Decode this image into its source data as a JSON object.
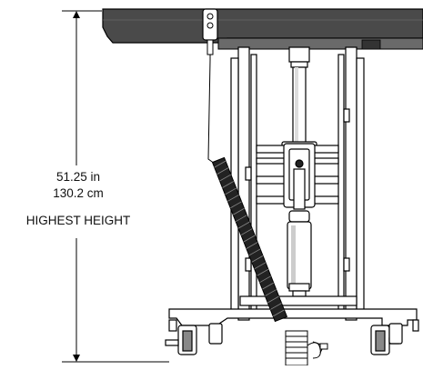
{
  "dimension": {
    "value_in": "51.25 in",
    "value_cm": "130.2 cm",
    "caption": "HIGHEST HEIGHT"
  },
  "drawing": {
    "subject": "lift table at maximum height, side elevation",
    "components": [
      "tabletop",
      "hand-control-pendant",
      "coiled-cord",
      "lift-frame",
      "hydraulic-cylinder",
      "base-frame",
      "caster-wheels",
      "power-cord-coil"
    ]
  }
}
